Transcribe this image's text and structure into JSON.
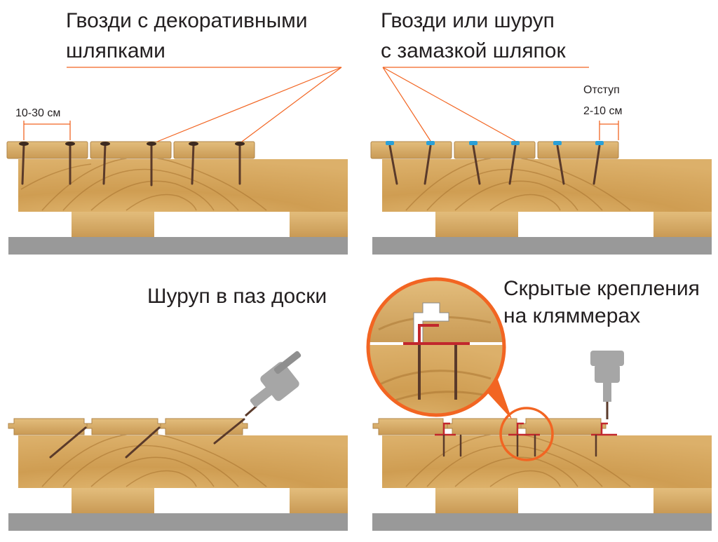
{
  "labels": {
    "decor_nails": [
      "Гвозди с декоративными",
      "шляпками"
    ],
    "nails_putty": [
      "Гвозди или шуруп",
      "с замазкой шляпок"
    ],
    "spacing": "10-30 см",
    "offset": [
      "Отступ",
      "2-10 см"
    ],
    "screw_groove": "Шуруп в паз доски",
    "hidden_clips": [
      "Скрытые крепления",
      "на кляммерах"
    ]
  },
  "colors": {
    "accent": "#f26522",
    "wood": "#c9974a",
    "wood_light": "#dcb06a",
    "grain": "#a8732f",
    "ground": "#999999",
    "nail": "#5a3a2a",
    "clip": "#c1272d",
    "cap": "#2a9fd6",
    "gun": "#a6a6a6"
  },
  "icons": [
    "nail-gun-icon",
    "screwdriver-icon",
    "magnifier-circle-icon"
  ]
}
